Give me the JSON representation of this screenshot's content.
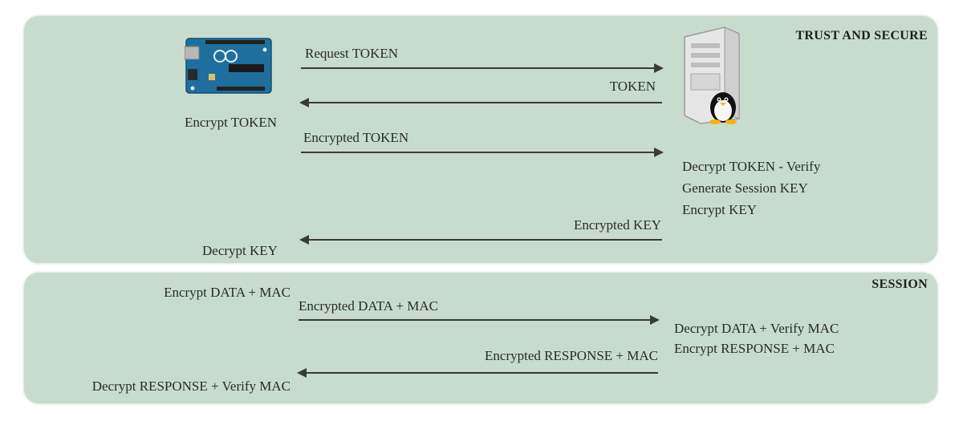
{
  "panels": {
    "trust": {
      "title": "TRUST AND SECURE"
    },
    "session": {
      "title": "SESSION"
    }
  },
  "trust_steps": {
    "request_token": "Request TOKEN",
    "token": "TOKEN",
    "encrypt_token": "Encrypt TOKEN",
    "encrypted_token": "Encrypted TOKEN",
    "decrypt_token_verify": "Decrypt TOKEN - Verify",
    "generate_session_key": "Generate Session KEY",
    "encrypt_key": "Encrypt KEY",
    "encrypted_key": "Encrypted KEY",
    "decrypt_key": "Decrypt KEY"
  },
  "session_steps": {
    "encrypt_data_mac": "Encrypt DATA + MAC",
    "encrypted_data_mac": "Encrypted DATA + MAC",
    "decrypt_data_verify_mac": "Decrypt DATA + Verify MAC",
    "encrypt_response_mac": "Encrypt RESPONSE + MAC",
    "encrypted_response_mac": "Encrypted RESPONSE + MAC",
    "decrypt_response_verify_mac": "Decrypt RESPONSE + Verify MAC"
  },
  "icons": {
    "client": "arduino-board-icon",
    "server": "linux-server-icon"
  },
  "colors": {
    "panel_bg": "#c8dccd",
    "arrow": "#3a3a3a",
    "board_blue": "#1f6f9e"
  }
}
